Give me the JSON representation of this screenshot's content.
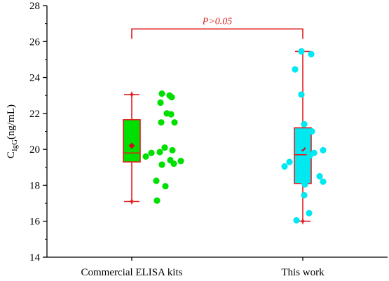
{
  "chart_data": {
    "type": "box",
    "ylabel_main": "C",
    "ylabel_sub": "IgG",
    "ylabel_unit": "(ng/mL)",
    "ylim": [
      14,
      28
    ],
    "yticks": [
      14,
      16,
      18,
      20,
      22,
      24,
      26,
      28
    ],
    "ytick_labels": [
      "14",
      "16",
      "18",
      "20",
      "22",
      "24",
      "26",
      "28"
    ],
    "categories": [
      "Commercial ELISA kits",
      "This work"
    ],
    "series": [
      {
        "box": {
          "whisker_low": 17.1,
          "q1": 19.3,
          "median": 19.8,
          "q3": 21.65,
          "whisker_high": 23.05,
          "mean": 20.2
        },
        "box_color": "#00e000",
        "point_color": "#00e000",
        "points": [
          23.1,
          22.9,
          23.0,
          22.6,
          22.0,
          21.95,
          21.5,
          21.5,
          20.1,
          19.95,
          19.85,
          19.8,
          19.6,
          19.4,
          19.35,
          19.15,
          19.2,
          18.25,
          17.95,
          17.15
        ]
      },
      {
        "box": {
          "whisker_low": 16.0,
          "q1": 18.1,
          "median": 19.7,
          "q3": 21.2,
          "whisker_high": 25.45,
          "mean": 20.05
        },
        "box_color": "#00e8f0",
        "point_color": "#00e8f0",
        "points": [
          25.45,
          25.3,
          24.45,
          23.05,
          21.4,
          21.0,
          20.5,
          20.15,
          19.95,
          19.8,
          19.65,
          19.3,
          19.05,
          18.5,
          18.2,
          18.15,
          18.05,
          17.45,
          16.45,
          16.05
        ]
      }
    ],
    "significance": {
      "label": "P>0.05",
      "height": 26.7,
      "color": "#e02020"
    },
    "axis_color": "#000000",
    "whisker_color": "#e02020",
    "mean_color": "#cc1020"
  }
}
